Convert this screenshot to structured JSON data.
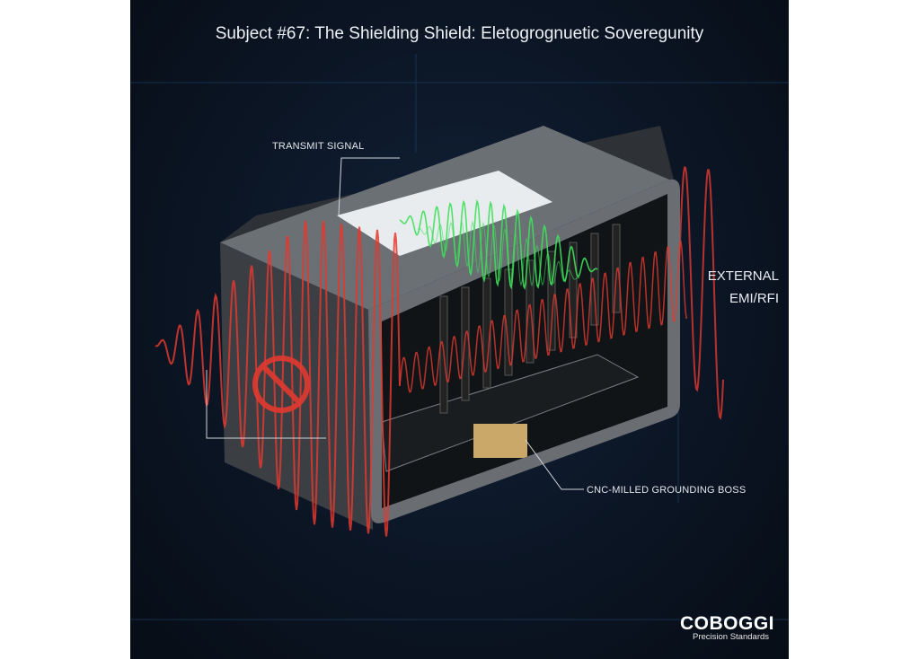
{
  "title": "Subject #67: The Shielding Shield: Eletogrognuetic Soveregunity",
  "labels": {
    "transmit": "TRANSMIT SIGNAL",
    "external_line1": "EXTERNAL",
    "external_line2": "EMI/RFI",
    "grounding": "CNC-MILLED GROUNDING BOSS"
  },
  "brand": {
    "name": "COBOGGI",
    "tagline": "Precision Standards"
  },
  "icons": [
    "prohibited-icon"
  ],
  "colors": {
    "interference": "#e2392f",
    "signal": "#3ee05a",
    "enclosure": "#5a5e63",
    "background": "#0b1524"
  }
}
